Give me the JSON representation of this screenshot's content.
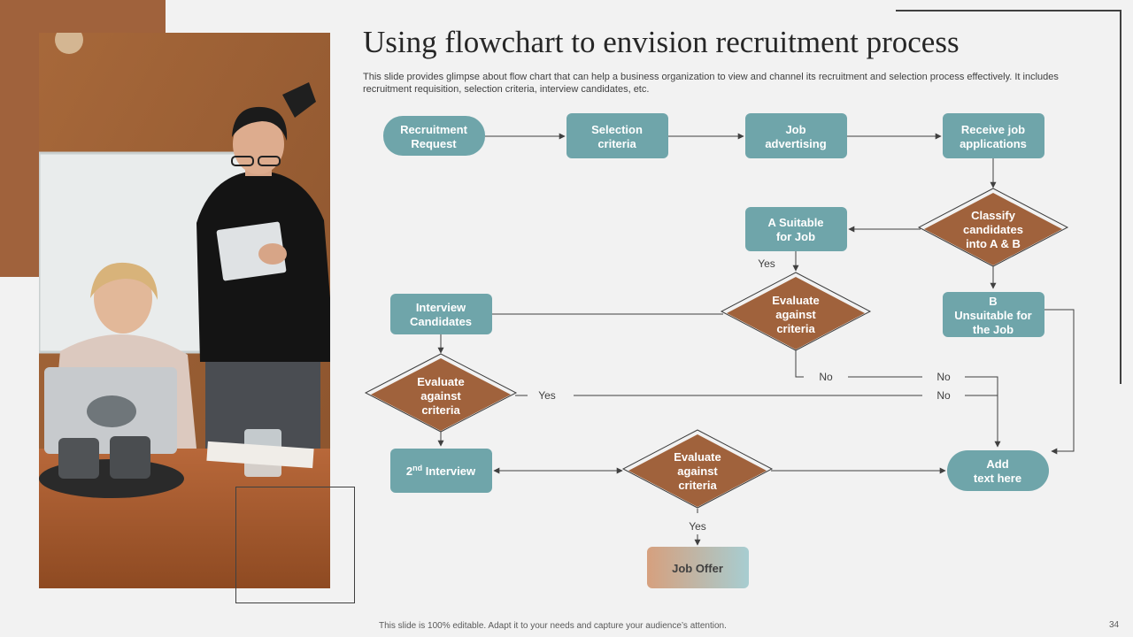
{
  "slide": {
    "title": "Using flowchart to envision recruitment process",
    "subtitle": "This slide provides glimpse about flow chart that can help a business organization to view and channel its recruitment and selection process effectively. It includes recruitment requisition, selection criteria, interview candidates, etc.",
    "footer": "This slide is 100% editable. Adapt it to your needs and capture your audience’s attention.",
    "page_number": "34"
  },
  "colors": {
    "teal": "#6fa5aa",
    "brown": "#a0623c",
    "background": "#f2f2f2",
    "title": "#262626"
  },
  "flowchart": {
    "nodes": {
      "recruitment_request": [
        "Recruitment",
        "Request"
      ],
      "selection_criteria": [
        "Selection",
        "criteria"
      ],
      "job_advertising": [
        "Job",
        "advertising"
      ],
      "receive_applications": [
        "Receive job",
        "applications"
      ],
      "classify": [
        "Classify",
        "candidates",
        "into A & B"
      ],
      "suitable": [
        "A Suitable",
        "for Job"
      ],
      "unsuitable": [
        "B",
        "Unsuitable for",
        "the Job"
      ],
      "evaluate_1": [
        "Evaluate",
        "against",
        "criteria"
      ],
      "interview_candidates": [
        "Interview",
        "Candidates"
      ],
      "evaluate_2": [
        "Evaluate",
        "against",
        "criteria"
      ],
      "second_interview_num": "2",
      "second_interview_sup": "nd",
      "second_interview_rest": " Interview",
      "evaluate_3": [
        "Evaluate",
        "against",
        "criteria"
      ],
      "add_text": [
        "Add",
        "text here"
      ],
      "job_offer": "Job Offer"
    },
    "edge_labels": {
      "yes_suitable": "Yes",
      "no_eval1": "No",
      "no_upper": "No",
      "yes_eval2": "Yes",
      "no_lower": "No",
      "yes_eval3": "Yes"
    }
  }
}
